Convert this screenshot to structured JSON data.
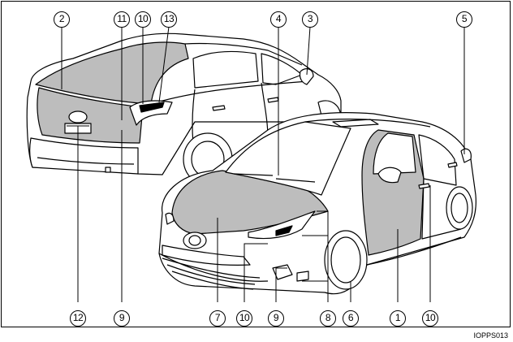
{
  "figure": {
    "reference_code": "IOPPS013",
    "callouts": {
      "c1": "1",
      "c2": "2",
      "c3": "3",
      "c4": "4",
      "c5": "5",
      "c6": "6",
      "c7": "7",
      "c8": "8",
      "c9_rear": "9",
      "c9_front": "9",
      "c10_top": "10",
      "c10_bottom_left": "10",
      "c10_bottom_right": "10",
      "c11": "11",
      "c12": "12",
      "c13": "13"
    },
    "colors": {
      "line": "#000000",
      "shade": "#bdbdbd",
      "paper": "#ffffff"
    }
  }
}
